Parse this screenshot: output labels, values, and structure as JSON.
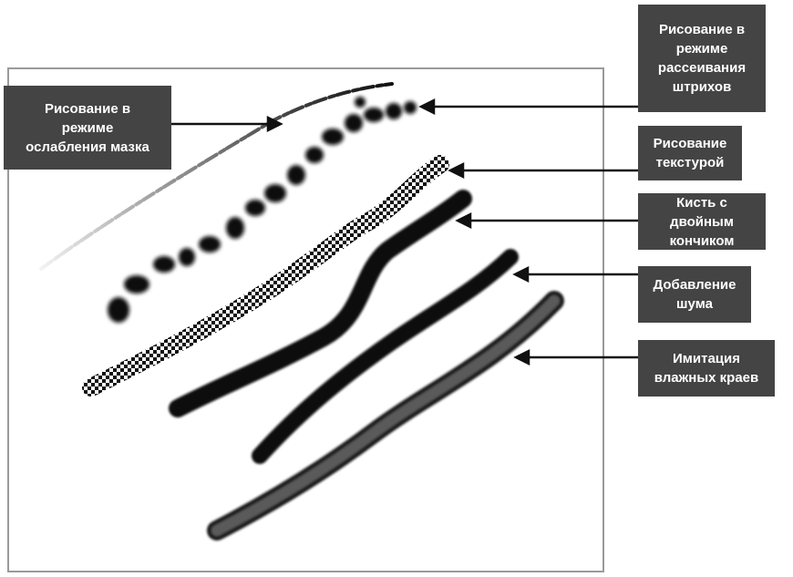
{
  "labels": {
    "mask_fade": "Рисование в\nрежиме\nослабления мазка",
    "scatter": "Рисование в\nрежиме\nрассеивания\nштрихов",
    "texture": "Рисование\nтекстурой",
    "dual_brush": "Кисть с двойным\nкончиком",
    "noise": "Добавление\nшума",
    "wet_edges": "Имитация\nвлажных краев"
  },
  "colors": {
    "label_bg": "#444444",
    "label_text": "#ffffff",
    "stroke": "#111111",
    "frame": "#9a9a9a"
  }
}
